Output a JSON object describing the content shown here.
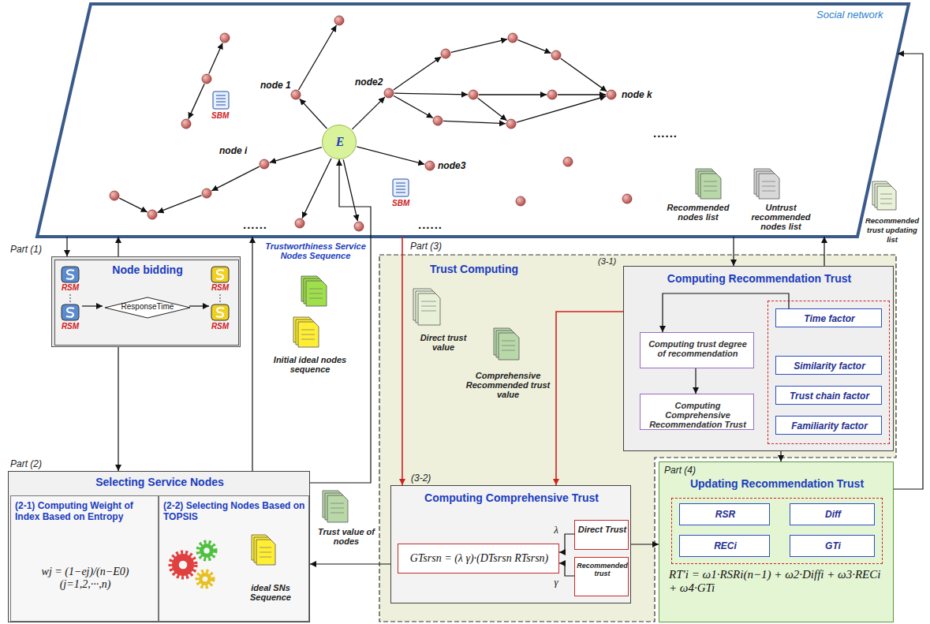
{
  "diagram": {
    "nodes": [
      {
        "text": [
          "Social network"
        ]
      },
      {
        "text": [
          "E"
        ],
        "in": 0
      },
      {
        "text": [
          "Part (1)"
        ]
      },
      {
        "text": [
          "Node bidding"
        ],
        "in": 2
      },
      {
        "text": [
          "ResponseTime"
        ],
        "in": 3
      },
      {
        "text": [
          "Part (2)",
          "Selecting Service Nodes"
        ]
      },
      {
        "text": [
          "(2-1) Computing Weight of Index Based on Entropy",
          "wj = (1−ej)/(n−E0)   (j=1,2,···,n)"
        ],
        "in": 5
      },
      {
        "text": [
          "(2-2) Selecting Nodes Based on TOPSIS",
          "ideal SNs Sequence"
        ],
        "in": 5
      },
      {
        "text": [
          "Part (3)",
          "Trust Computing"
        ]
      },
      {
        "text": [
          "(3-1)",
          "Computing Recommendation Trust"
        ],
        "in": 8
      },
      {
        "text": [
          "Computing trust degree of recommendation"
        ],
        "in": 9
      },
      {
        "text": [
          "Computing Comprehensive Recommendation Trust"
        ],
        "in": 9
      },
      {
        "text": [
          "Time factor"
        ],
        "in": 9
      },
      {
        "text": [
          "Similarity factor"
        ],
        "in": 9
      },
      {
        "text": [
          "Trust chain factor"
        ],
        "in": 9
      },
      {
        "text": [
          "Familiarity factor"
        ],
        "in": 9
      },
      {
        "text": [
          "(3-2)",
          "Computing Comprehensive Trust"
        ],
        "in": 8
      },
      {
        "text": [
          "GTsrsn = (λ γ)·(DTsrsn RTsrsn)"
        ],
        "in": 16
      },
      {
        "text": [
          "Direct Trust"
        ],
        "in": 16
      },
      {
        "text": [
          "Recommended trust"
        ],
        "in": 16
      },
      {
        "text": [
          "Part (4)",
          "Updating Recommendation Trust",
          "RT′i = ω1·RSRi(n−1) + ω2·Diffi + ω3·RECi + ω4·GTi"
        ]
      },
      {
        "text": [
          "RSR"
        ],
        "in": 20
      },
      {
        "text": [
          "Diff"
        ],
        "in": 20
      },
      {
        "text": [
          "RECi"
        ],
        "in": 20
      },
      {
        "text": [
          "GTi"
        ],
        "in": 20
      }
    ],
    "edges": [
      {
        "from": 0,
        "to": 2,
        "arrow": "to"
      },
      {
        "from": 2,
        "to": 0,
        "arrow": "to"
      },
      {
        "from": 2,
        "to": 5,
        "arrow": "to"
      },
      {
        "from": 5,
        "to": 0,
        "arrow": "to"
      },
      {
        "from": 5,
        "to": 1,
        "arrow": "to"
      },
      {
        "from": 0,
        "to": 16,
        "arrow": "to"
      },
      {
        "from": 9,
        "to": 16,
        "arrow": "to"
      },
      {
        "from": 0,
        "to": 9,
        "arrow": "to"
      },
      {
        "from": 9,
        "to": 0,
        "arrow": "to"
      },
      {
        "from": 20,
        "to": 0,
        "arrow": "to"
      },
      {
        "from": 16,
        "to": 20,
        "arrow": "to"
      },
      {
        "from": 9,
        "to": 20,
        "arrow": "to"
      },
      {
        "from": 16,
        "to": 5,
        "arrow": "to"
      },
      {
        "from": 12,
        "to": 10,
        "arrow": "to"
      },
      {
        "from": 10,
        "to": 11,
        "arrow": "to"
      },
      {
        "from": 18,
        "to": 17,
        "label": "λ",
        "arrow": "to"
      },
      {
        "from": 19,
        "to": 17,
        "label": "γ",
        "arrow": "to"
      }
    ],
    "labels": [
      "node 1",
      "node2",
      "node i",
      "node3",
      "node k",
      "......",
      "......",
      "......",
      "SBM",
      "SBM",
      "RSM",
      "RSM",
      "RSM",
      "RSM",
      "Initial ideal nodes sequence",
      "Trustworthiness Service Nodes Sequence",
      "Direct trust value",
      "Comprehensive Recommended trust value",
      "Trust value of nodes",
      "Recommended nodes list",
      "Untrust recommended nodes list",
      "Recommended trust updating list"
    ]
  }
}
